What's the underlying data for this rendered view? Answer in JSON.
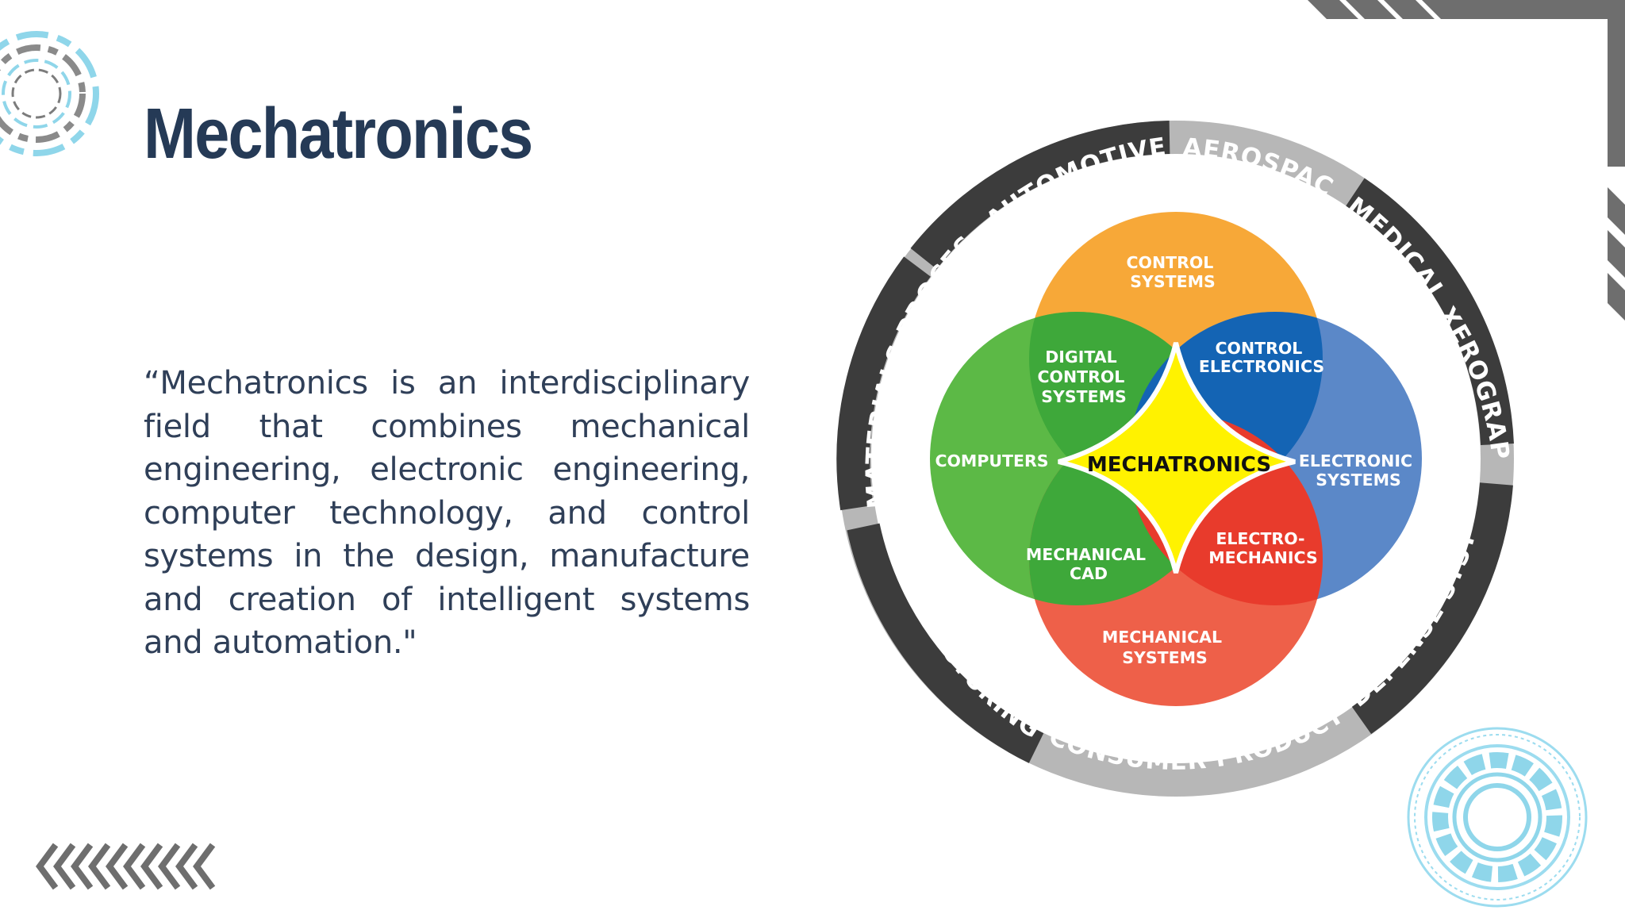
{
  "title": "Mechatronics",
  "quote": "“Mechatronics is an interdisciplinary field that combines mechanical engineering, electronic engineering, computer technology, and control systems in the design, manufacture and creation of  intelligent systems and automation.\"",
  "diagram": {
    "center": "MECHATRONICS",
    "circles": {
      "top": [
        "CONTROL",
        "SYSTEMS"
      ],
      "left": [
        "COMPUTERS"
      ],
      "right": [
        "ELECTRONIC",
        "SYSTEMS"
      ],
      "bottom": [
        "MECHANICAL",
        "SYSTEMS"
      ]
    },
    "overlaps": {
      "top_left": [
        "DIGITAL",
        "CONTROL",
        "SYSTEMS"
      ],
      "top_right": [
        "CONTROL",
        "ELECTRONICS"
      ],
      "bottom_left": [
        "MECHANICAL",
        "CAD"
      ],
      "bottom_right": [
        "ELECTRO-",
        "MECHANICS"
      ]
    },
    "ring": {
      "automotive": "AUTOMOTIVE",
      "aerospace": "AEROSPACE",
      "medical": "MEDICAL",
      "xerography": "XEROGRAPHY",
      "defense": "DEFENSE SYSTEMS",
      "consumer": "CONSUMER PRODUCTS",
      "manufacturing": "MANUFACTURING",
      "materials": "MATERIALS PROCESSING"
    },
    "colors": {
      "orange": "#f7a838",
      "green": "#5cb946",
      "blue": "#5b88c8",
      "red": "#ee6049",
      "yellow": "#fff200",
      "ring_dark": "#3c3c3c",
      "ring_light": "#b7b7b7"
    }
  },
  "decor": {
    "accent_cyan": "#7fd3ea",
    "accent_gray": "#8a8a8a"
  }
}
